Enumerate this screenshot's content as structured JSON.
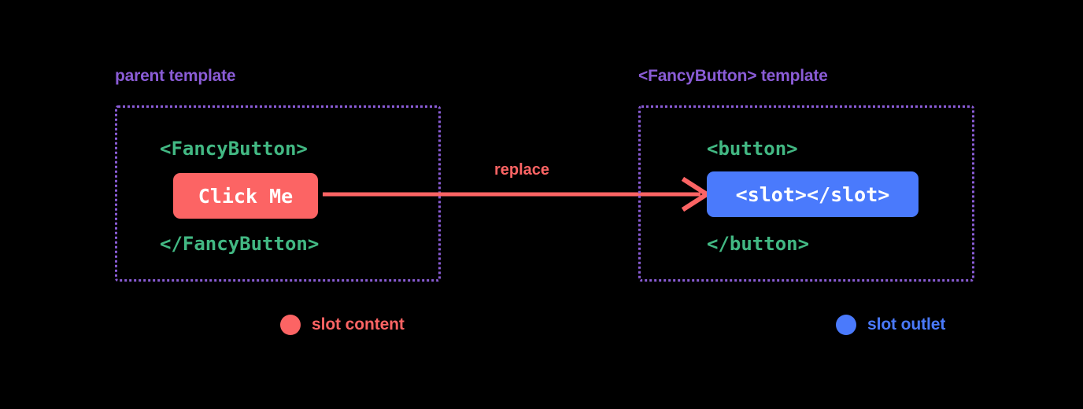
{
  "theme": {
    "background": "#000000",
    "accent_purple": "#8a5cd6",
    "code_green": "#42b883",
    "slot_content_color": "#fc6464",
    "slot_outlet_color": "#4a7afc",
    "chip_text_color": "#ffffff"
  },
  "panels": {
    "parent": {
      "label": "parent template",
      "code_open": "<FancyButton>",
      "code_close": "</FancyButton>",
      "chip_label": "Click Me",
      "chip_color": "#fc6464"
    },
    "fancy": {
      "label": "<FancyButton> template",
      "code_open": "<button>",
      "code_close": "</button>",
      "chip_label": "<slot></slot>",
      "chip_color": "#4a7afc"
    }
  },
  "arrow": {
    "label": "replace",
    "color": "#fc6464",
    "direction": "left-to-right"
  },
  "legend": [
    {
      "label": "slot content",
      "color": "#fc6464"
    },
    {
      "label": "slot outlet",
      "color": "#4a7afc"
    }
  ]
}
